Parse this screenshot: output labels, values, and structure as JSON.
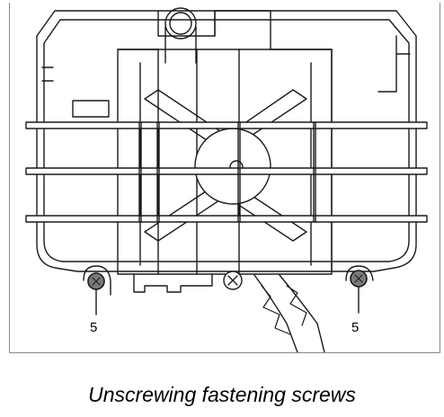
{
  "callouts": {
    "left_screw": "5",
    "right_screw": "5"
  },
  "caption": "Unscrewing fastening screws",
  "colors": {
    "line": "#1a1a1a",
    "screw_fill": "#7a7a7a",
    "panel_border": "#8a8a8a"
  }
}
